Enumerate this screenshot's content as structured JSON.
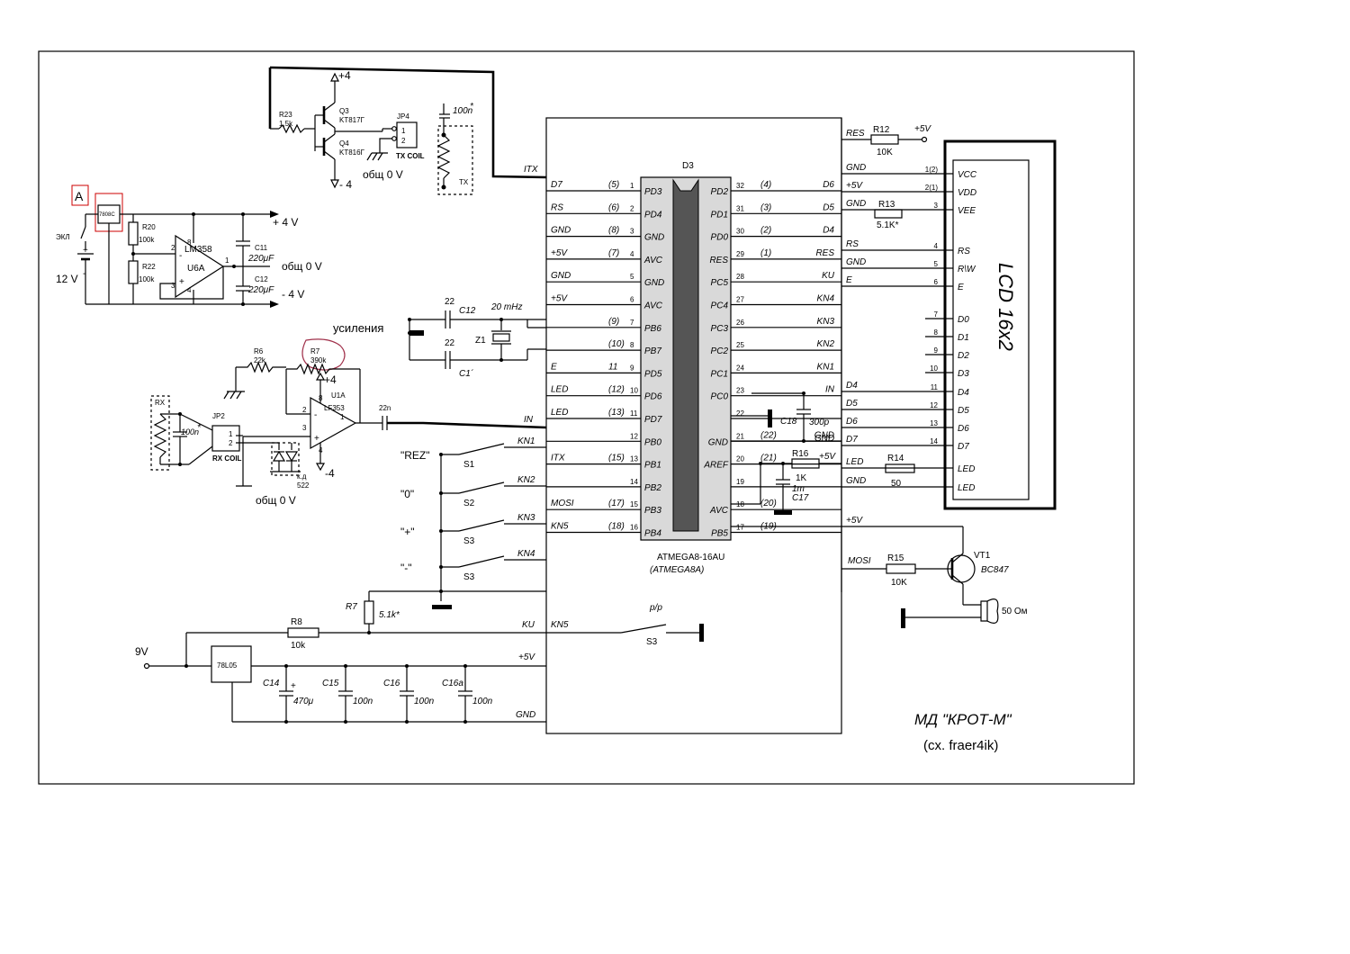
{
  "diagram": {
    "title": "МД \"КРОТ-М\"",
    "subtitle": "(cx. fraer4ik)",
    "mcu": {
      "ref": "D3",
      "part": "ATMEGA8-16AU",
      "alt_part": "(ATMEGA8A)",
      "left_pins": [
        {
          "num": "1",
          "name": "PD3",
          "net": "D7",
          "alt": "(5)"
        },
        {
          "num": "2",
          "name": "PD4",
          "net": "RS",
          "alt": "(6)"
        },
        {
          "num": "3",
          "name": "GND",
          "net": "GND",
          "alt": "(8)"
        },
        {
          "num": "4",
          "name": "AVC",
          "net": "+5V",
          "alt": "(7)"
        },
        {
          "num": "5",
          "name": "GND",
          "net": "GND",
          "alt": ""
        },
        {
          "num": "6",
          "name": "AVC",
          "net": "+5V",
          "alt": ""
        },
        {
          "num": "7",
          "name": "PB6",
          "net": "",
          "alt": "(9)"
        },
        {
          "num": "8",
          "name": "PB7",
          "net": "",
          "alt": "(10)"
        },
        {
          "num": "9",
          "name": "PD5",
          "net": "E",
          "alt": "11"
        },
        {
          "num": "10",
          "name": "PD6",
          "net": "LED",
          "alt": "(12)"
        },
        {
          "num": "11",
          "name": "PD7",
          "net": "LED",
          "alt": "(13)"
        },
        {
          "num": "12",
          "name": "PB0",
          "net": "",
          "alt": ""
        },
        {
          "num": "13",
          "name": "PB1",
          "net": "ITX",
          "alt": "(15)"
        },
        {
          "num": "14",
          "name": "PB2",
          "net": "",
          "alt": ""
        },
        {
          "num": "15",
          "name": "PB3",
          "net": "MOSI",
          "alt": "(17)"
        },
        {
          "num": "16",
          "name": "PB4",
          "net": "KN5",
          "alt": "(18)"
        }
      ],
      "right_pins": [
        {
          "num": "32",
          "name": "PD2",
          "net": "D6",
          "alt": "(4)"
        },
        {
          "num": "31",
          "name": "PD1",
          "net": "D5",
          "alt": "(3)"
        },
        {
          "num": "30",
          "name": "PD0",
          "net": "D4",
          "alt": "(2)"
        },
        {
          "num": "29",
          "name": "RES",
          "net": "RES",
          "alt": "(1)"
        },
        {
          "num": "28",
          "name": "PC5",
          "net": "KU",
          "alt": ""
        },
        {
          "num": "27",
          "name": "PC4",
          "net": "KN4",
          "alt": ""
        },
        {
          "num": "26",
          "name": "PC3",
          "net": "KN3",
          "alt": ""
        },
        {
          "num": "25",
          "name": "PC2",
          "net": "KN2",
          "alt": ""
        },
        {
          "num": "24",
          "name": "PC1",
          "net": "KN1",
          "alt": ""
        },
        {
          "num": "23",
          "name": "PC0",
          "net": "IN",
          "alt": ""
        },
        {
          "num": "22",
          "name": "",
          "net": "",
          "alt": ""
        },
        {
          "num": "21",
          "name": "GND",
          "net": "GND",
          "alt": "(22)"
        },
        {
          "num": "20",
          "name": "AREF",
          "net": "",
          "alt": "(21)"
        },
        {
          "num": "19",
          "name": "",
          "net": "",
          "alt": ""
        },
        {
          "num": "18",
          "name": "AVC",
          "net": "",
          "alt": "(20)"
        },
        {
          "num": "17",
          "name": "PB5",
          "net": "",
          "alt": "(19)"
        }
      ]
    },
    "lcd": {
      "label": "LCD 16x2",
      "pins": [
        {
          "name": "VCC",
          "num": "1(2)",
          "net": "GND"
        },
        {
          "name": "VDD",
          "num": "2(1)",
          "net": "+5V"
        },
        {
          "name": "VEE",
          "num": "3",
          "net": "GND"
        },
        {
          "name": "RS",
          "num": "4",
          "net": "RS"
        },
        {
          "name": "R\\W",
          "num": "5",
          "net": "GND"
        },
        {
          "name": "E",
          "num": "6",
          "net": "E"
        },
        {
          "name": "D0",
          "num": "7",
          "net": ""
        },
        {
          "name": "D1",
          "num": "8",
          "net": ""
        },
        {
          "name": "D2",
          "num": "9",
          "net": ""
        },
        {
          "name": "D3",
          "num": "10",
          "net": ""
        },
        {
          "name": "D4",
          "num": "11",
          "net": "D4"
        },
        {
          "name": "D5",
          "num": "12",
          "net": "D5"
        },
        {
          "name": "D6",
          "num": "13",
          "net": "D6"
        },
        {
          "name": "D7",
          "num": "14",
          "net": "D7"
        },
        {
          "name": "LED",
          "num": "",
          "net": "LED"
        },
        {
          "name": "LED",
          "num": "",
          "net": "GND"
        }
      ],
      "res_label": "RES",
      "r12": "R12",
      "r12v": "10K",
      "plus5": "+5V",
      "r13": "R13",
      "r13v": "5.1K*",
      "r14": "R14",
      "r14v": "50"
    },
    "tx": {
      "q3": "Q3",
      "q3p": "KT817Г",
      "q4": "Q4",
      "q4p": "KT816Г",
      "r23": "R23",
      "r23v": "1,5k",
      "jp4": "JP4",
      "coil": "TX COIL",
      "p1": "1",
      "p2": "2",
      "plus4": "+4",
      "minus4": "- 4",
      "gnd": "общ  0 V",
      "c": "100n",
      "cs": "*",
      "tx": "TX",
      "itx": "ITX"
    },
    "psu": {
      "a": "A",
      "reg": "7808C",
      "sw": "ЭКЛ",
      "bat": "12 V",
      "r20": "R20",
      "r20v": "100k",
      "r22": "R22",
      "r22v": "100k",
      "op": "LM358",
      "u6": "U6A",
      "c11": "C11",
      "c11v": "220μF",
      "c12": "C12",
      "c12v": "220μF",
      "p4": "+ 4  V",
      "gnd": "общ  0 V",
      "m4": "- 4  V",
      "pin2": "2",
      "pin3": "3",
      "pin1": "1",
      "pin8": "8",
      "pin4": "4"
    },
    "xtal": {
      "c12": "C12",
      "c12v": "22",
      "c1": "C1´",
      "c1v": "22",
      "z1": "Z1",
      "f": "20 mHz"
    },
    "rx": {
      "gain": "усиления",
      "r7": "R7",
      "r7v": "390k",
      "r6": "R6",
      "r6v": "22k",
      "u1": "U1A",
      "op": "LF353",
      "plus4": "+4",
      "minus4": "-4",
      "cin": "22n",
      "in": "IN",
      "jp2": "JP2",
      "coil": "RX COIL",
      "rx": "RX",
      "c": "100n",
      "cs": "*",
      "diode": "к.д",
      "dv": "522",
      "gnd": "общ  0 V",
      "p1": "1",
      "p2": "2",
      "pin2": "2",
      "pin3": "3",
      "pin1": "1",
      "pin8": "8",
      "pin4": "4"
    },
    "buttons": [
      {
        "label": "\"REZ\"",
        "sw": "S1",
        "net": "KN1"
      },
      {
        "label": "\"0\"",
        "sw": "S2",
        "net": "KN2"
      },
      {
        "label": "\"+\"",
        "sw": "S3",
        "net": "KN3"
      },
      {
        "label": "\"-\"",
        "sw": "S3",
        "net": "KN4"
      }
    ],
    "bottom": {
      "r7": "R7",
      "r7v": "5.1k*",
      "r8": "R8",
      "r8v": "10k",
      "ku": "KU",
      "kn5": "KN5",
      "pp": "p/p",
      "s3": "S3",
      "vin": "9V",
      "reg": "78L05",
      "plus5": "+5V",
      "gnd": "GND",
      "c14": "C14",
      "c14v": "470μ",
      "c15": "C15",
      "c15v": "100n",
      "c16": "C16",
      "c16v": "100n",
      "c16a": "C16a",
      "c16av": "100n"
    },
    "right_misc": {
      "c18": "C18",
      "c18v": "300p",
      "r16": "R16",
      "r16v": "1K",
      "c17": "C17",
      "c17v": "1m",
      "plus5": "+5V",
      "gnd": "GND",
      "aref_plus5": "+5V",
      "mosi": "MOSI",
      "r15": "R15",
      "r15v": "10K",
      "vt1": "VT1",
      "bc": "BC847",
      "spk": "50 Ом"
    }
  }
}
